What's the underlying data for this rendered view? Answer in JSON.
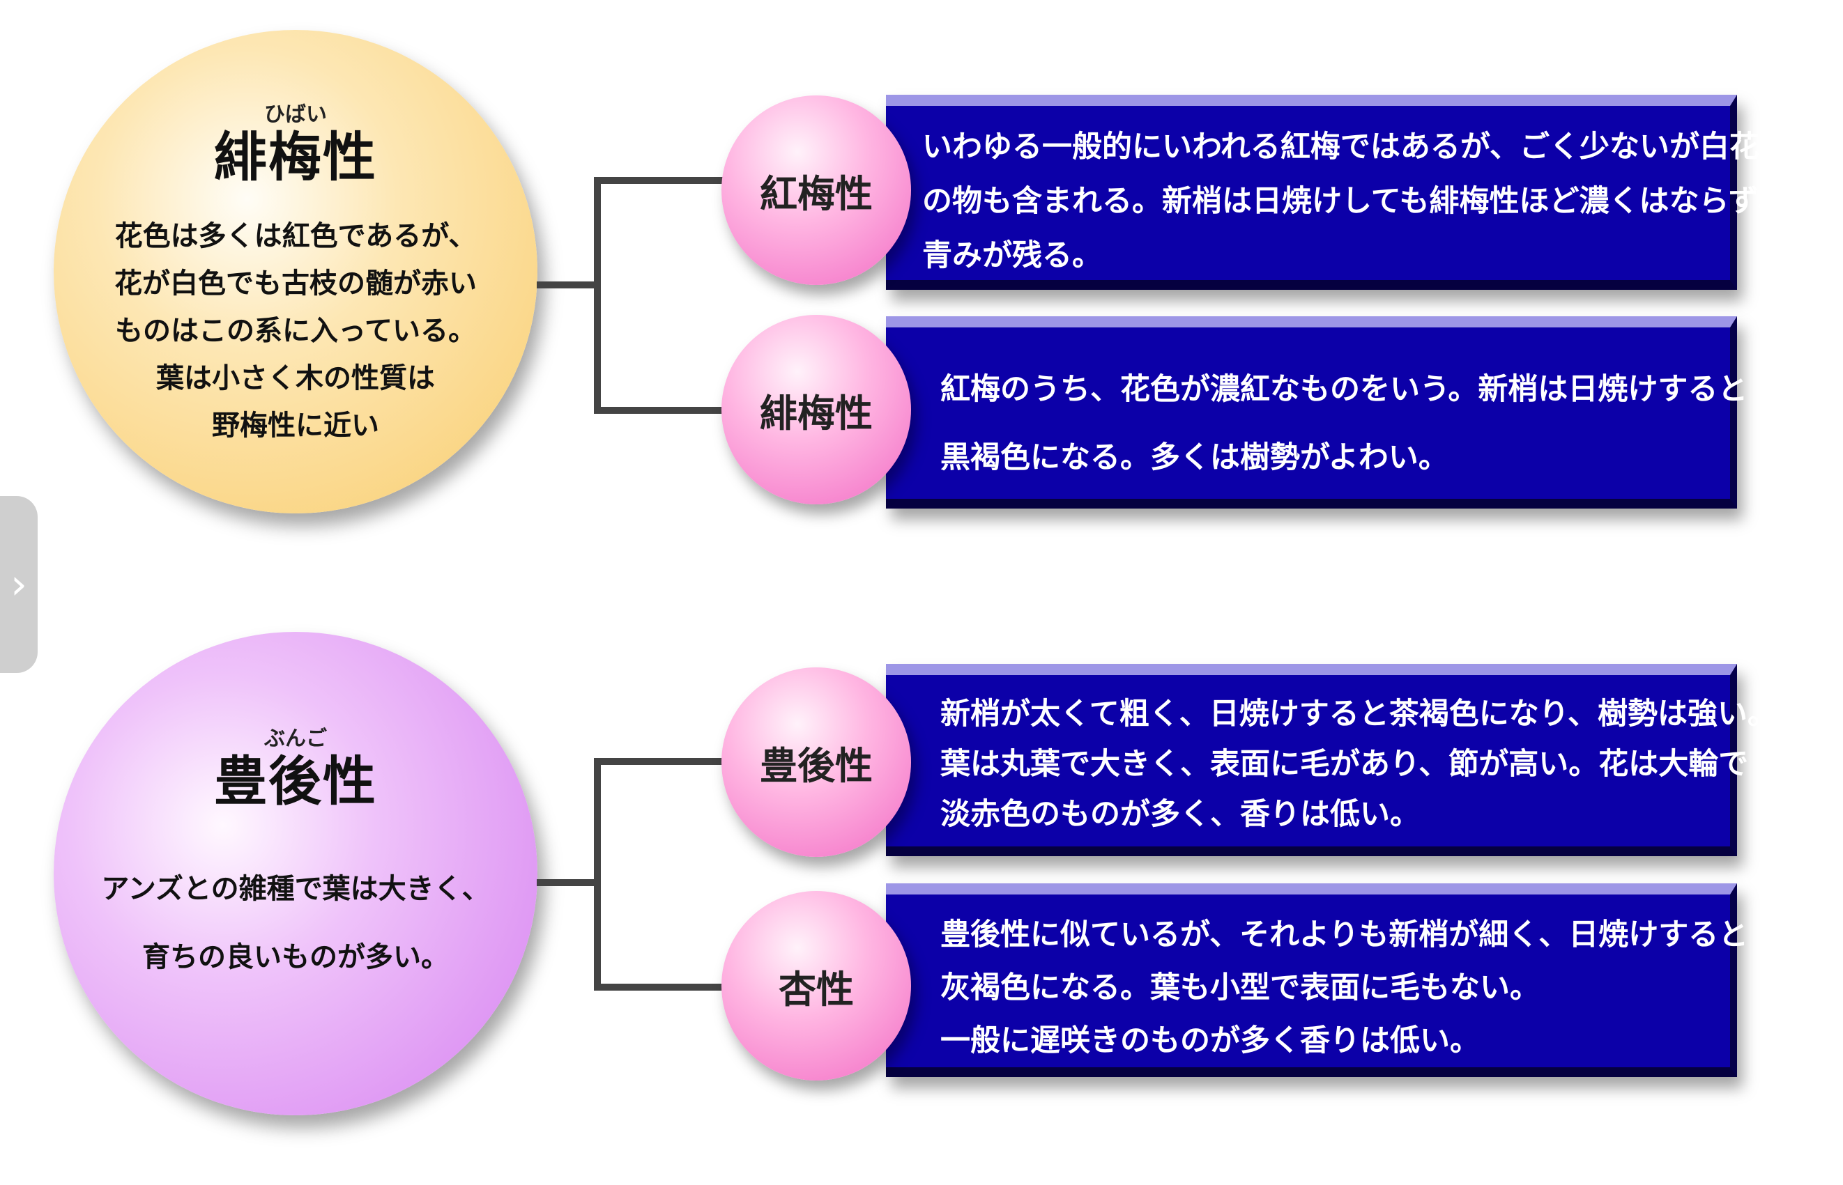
{
  "groups": [
    {
      "ruby": "ひばい",
      "title": "緋梅性",
      "description": [
        "花色は多くは紅色であるが、",
        "花が白色でも古枝の髄が赤い",
        "ものはこの系に入っている。",
        "葉は小さく木の性質は",
        "野梅性に近い"
      ],
      "color": "#f9cd6e",
      "subtypes": [
        {
          "name": "紅梅性",
          "lines": [
            "いわゆる一般的にいわれる紅梅ではあるが、ごく少ないが白花",
            "の物も含まれる。新梢は日焼けしても緋梅性ほど濃くはならず、",
            "青みが残る。"
          ]
        },
        {
          "name": "緋梅性",
          "lines": [
            "紅梅のうち、花色が濃紅なものをいう。新梢は日焼けすると",
            "黒褐色になる。多くは樹勢がよわい。"
          ]
        }
      ]
    },
    {
      "ruby": "ぶんご",
      "title": "豊後性",
      "description": [
        "アンズとの雑種で葉は大きく、",
        "育ちの良いものが多い。"
      ],
      "color": "#d681f0",
      "subtypes": [
        {
          "name": "豊後性",
          "lines": [
            "新梢が太くて粗く、日焼けすると茶褐色になり、樹勢は強い。",
            "葉は丸葉で大きく、表面に毛があり、節が高い。花は大輪で",
            "淡赤色のものが多く、香りは低い。"
          ]
        },
        {
          "name": "杏性",
          "lines": [
            "豊後性に似ているが、それよりも新梢が細く、日焼けすると",
            "灰褐色になる。葉も小型で表面に毛もない。",
            "一般に遅咲きのものが多く香りは低い。"
          ]
        }
      ]
    }
  ],
  "colors": {
    "box": "#0c00a8",
    "subtype_circle": "#f26cc4"
  },
  "side_tab": {
    "icon": "chevron-right-icon",
    "glyph": "›"
  }
}
